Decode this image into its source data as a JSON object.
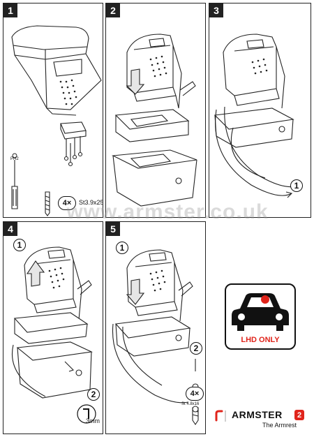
{
  "steps": [
    {
      "number": "1"
    },
    {
      "number": "2"
    },
    {
      "number": "3"
    },
    {
      "number": "4"
    },
    {
      "number": "5"
    }
  ],
  "step1": {
    "tool_label": "PH2",
    "screw_qty": "4×",
    "screw_spec": "St3.9x25"
  },
  "step3": {
    "sub_step": "1"
  },
  "step4": {
    "sub_step_1": "1",
    "sub_step_2": "2",
    "hex_size": "3mm"
  },
  "step5": {
    "sub_step_1": "1",
    "sub_step_2": "2",
    "screw_qty": "4×",
    "screw_spec": "St 4.8x16"
  },
  "watermark": "www.armster.co.uk",
  "lhd_notice": "LHD ONLY",
  "brand": {
    "name": "ARMSTER",
    "model": "2",
    "tagline": "The Armrest"
  },
  "colors": {
    "accent_red": "#e0241b",
    "line": "#222222"
  }
}
